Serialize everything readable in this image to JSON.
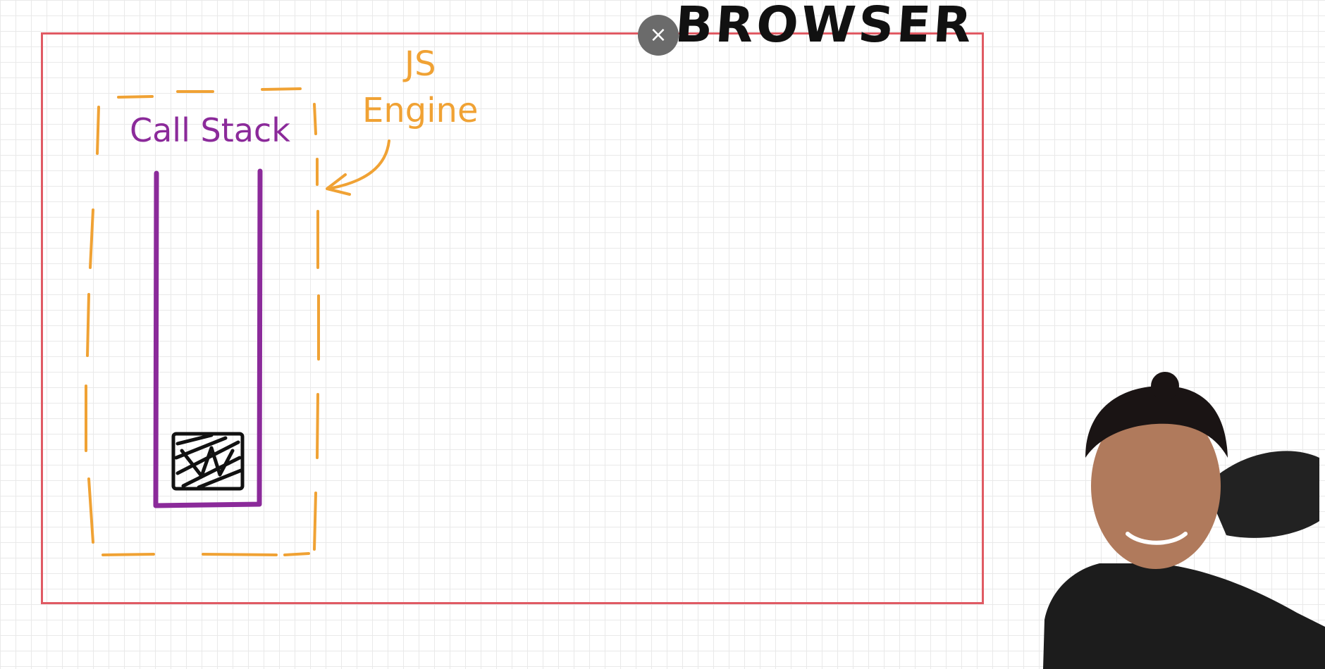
{
  "canvas": {
    "browser_title": "BROWSER",
    "js_engine_label_line1": "JS",
    "js_engine_label_line2": "Engine",
    "call_stack_label": "Call Stack"
  },
  "controls": {
    "close_label": "×"
  },
  "colors": {
    "browser_border": "#e05a63",
    "js_engine": "#f0a234",
    "call_stack": "#8b2a9a",
    "ink": "#111111",
    "close_button": "#6b6b6b"
  },
  "icons": {
    "close": "close-icon",
    "arrow": "curved-arrow-icon",
    "stack_item": "scribbled-block-icon"
  }
}
